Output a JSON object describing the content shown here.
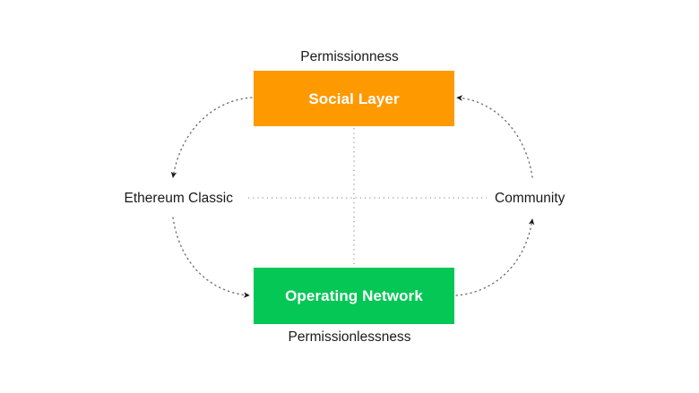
{
  "diagram": {
    "title_text_top": "Permissionness",
    "title_text_bottom": "Permissionlessness",
    "colors": {
      "social_layer_fill": "#FF9900",
      "operating_network_fill": "#05C755",
      "box_text": "#FFFFFF",
      "label_text": "#1A1A1A",
      "connector": "#777777",
      "background": "#FFFFFF"
    },
    "nodes": [
      {
        "id": "social-layer",
        "label": "Social Layer",
        "type": "box",
        "fill": "#FF9900"
      },
      {
        "id": "operating-network",
        "label": "Operating Network",
        "type": "box",
        "fill": "#05C755"
      },
      {
        "id": "ethereum-classic",
        "label": "Ethereum Classic",
        "type": "text"
      },
      {
        "id": "community",
        "label": "Community",
        "type": "text"
      }
    ],
    "axis_labels": [
      {
        "id": "permissionness",
        "label": "Permissionness",
        "position": "top"
      },
      {
        "id": "permissionlessness",
        "label": "Permissionlessness",
        "position": "bottom"
      }
    ],
    "edges": [
      {
        "id": "arc-social-to-etc",
        "from": "social-layer",
        "to": "ethereum-classic",
        "style": "dotted-arc",
        "arrow": "down"
      },
      {
        "id": "arc-etc-to-network",
        "from": "ethereum-classic",
        "to": "operating-network",
        "style": "dotted-arc",
        "arrow": "right"
      },
      {
        "id": "arc-network-to-community",
        "from": "operating-network",
        "to": "community",
        "style": "dotted-arc",
        "arrow": "up"
      },
      {
        "id": "arc-community-to-social",
        "from": "community",
        "to": "social-layer",
        "style": "dotted-arc",
        "arrow": "left"
      },
      {
        "id": "axis-vertical",
        "from": "social-layer",
        "to": "operating-network",
        "style": "dotted-line",
        "arrow": "none"
      },
      {
        "id": "axis-horizontal",
        "from": "ethereum-classic",
        "to": "community",
        "style": "dotted-line",
        "arrow": "none"
      }
    ]
  }
}
